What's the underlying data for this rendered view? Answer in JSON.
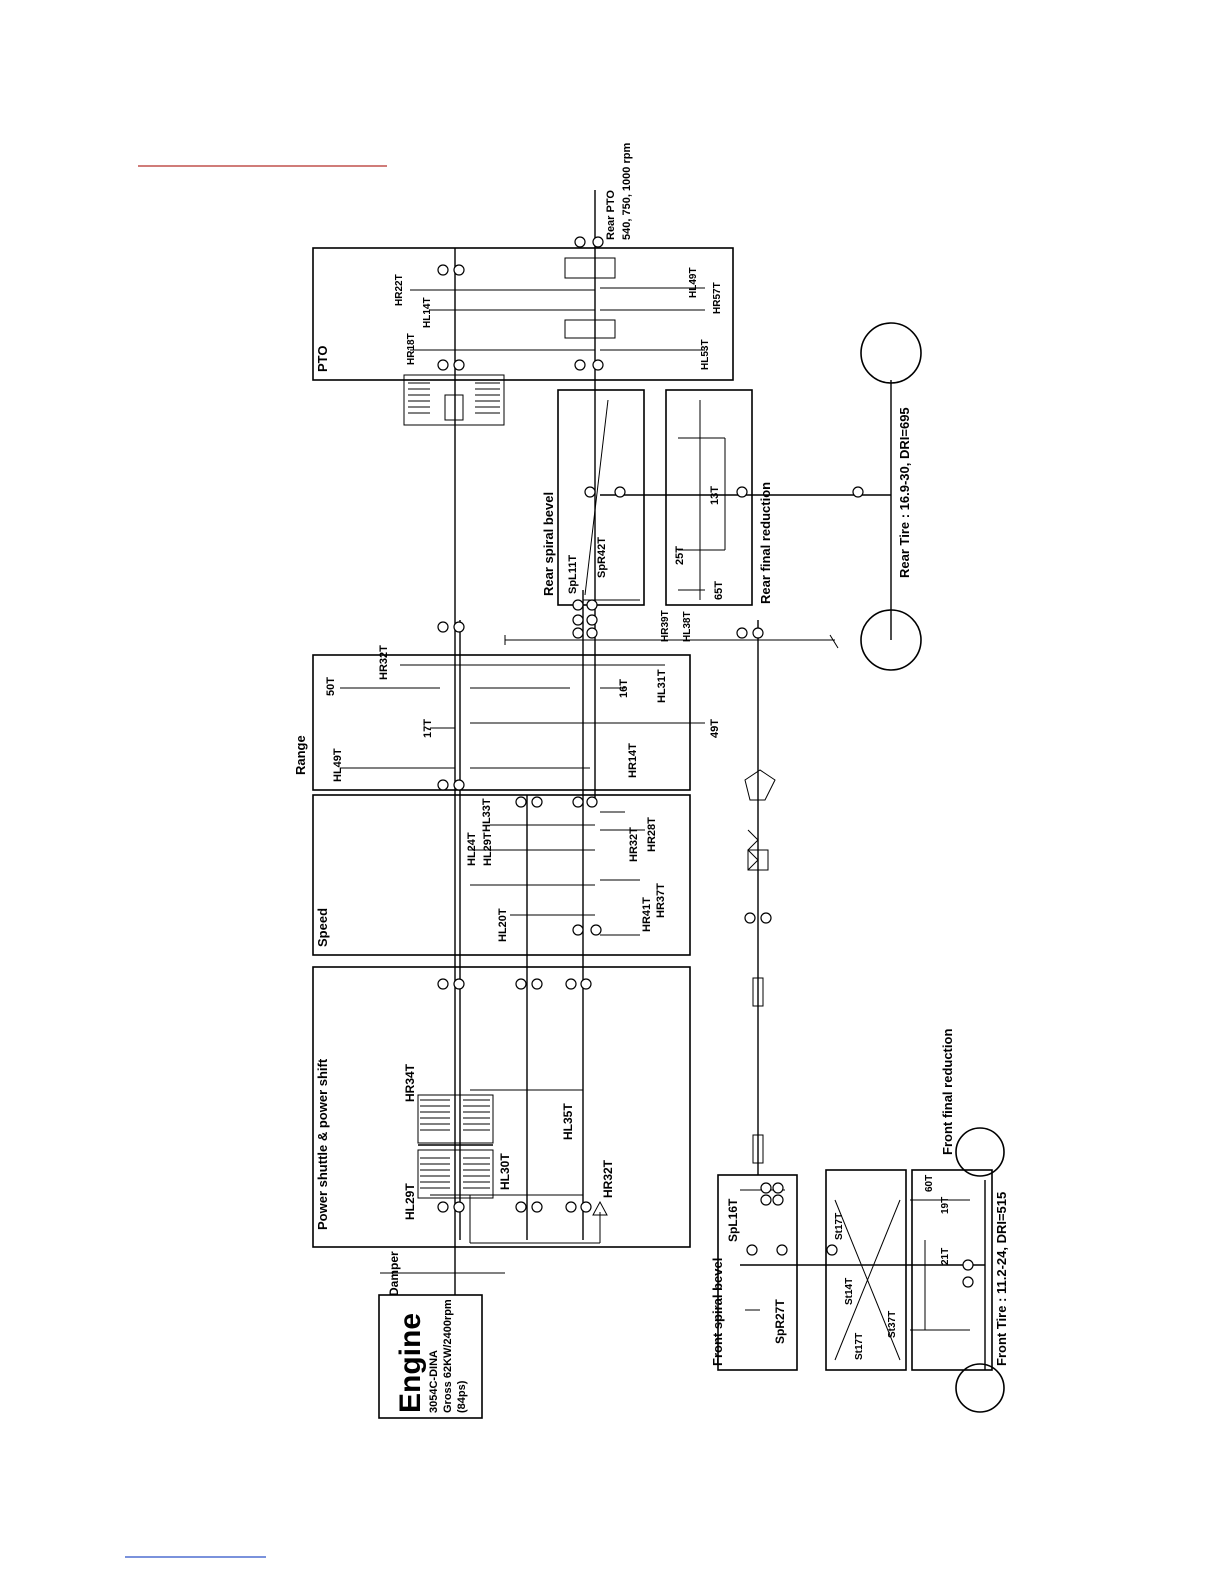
{
  "engine": {
    "title": "Engine",
    "model": "3054C-DINA",
    "power": "Gross 62KW/2400rpm",
    "ps": "(84ps)"
  },
  "sections": {
    "damper": "Damper",
    "power_shuttle": "Power shuttle & power shift",
    "speed": "Speed",
    "range": "Range",
    "pto": "PTO",
    "rear_spiral_bevel": "Rear spiral bevel",
    "rear_final_reduction": "Rear final reduction",
    "front_spiral_bevel": "Front spiral bevel",
    "front_final_reduction": "Front final reduction"
  },
  "tires": {
    "rear": "Rear Tire : 16.9-30, DRI=695",
    "front": "Front Tire : 11.2-24, DRI=515"
  },
  "rear_pto": {
    "title": "Rear PTO",
    "speeds": "540, 750, 1000 rpm"
  },
  "gears": {
    "shuttle": [
      "HL29T",
      "HR34T",
      "HL30T",
      "HR32T",
      "HL35T"
    ],
    "speed": [
      "HL20T",
      "HL24T",
      "HL29T",
      "HL33T",
      "HR41T",
      "HR37T",
      "HR32T",
      "HR28T"
    ],
    "range": [
      "HL49T",
      "17T",
      "50T",
      "HR32T",
      "HR14T",
      "16T",
      "49T",
      "HL31T"
    ],
    "transfer": [
      "HR39T",
      "HL38T"
    ],
    "pto": [
      "HR18T",
      "HL14T",
      "HR22T",
      "HL53T",
      "HR57T",
      "HL49T"
    ],
    "rear_bevel": [
      "SpL11T",
      "SpR42T"
    ],
    "rear_final": [
      "25T",
      "65T",
      "13T"
    ],
    "front_bevel": [
      "SpL16T",
      "SpR27T"
    ],
    "front_diff": [
      "St17T",
      "St14T",
      "St17T",
      "St37T"
    ],
    "front_final": [
      "60T",
      "19T",
      "21T"
    ]
  },
  "colors": {
    "top_rule": "#c0504d",
    "bottom_rule": "#4f6fd0",
    "ink": "#000000"
  }
}
